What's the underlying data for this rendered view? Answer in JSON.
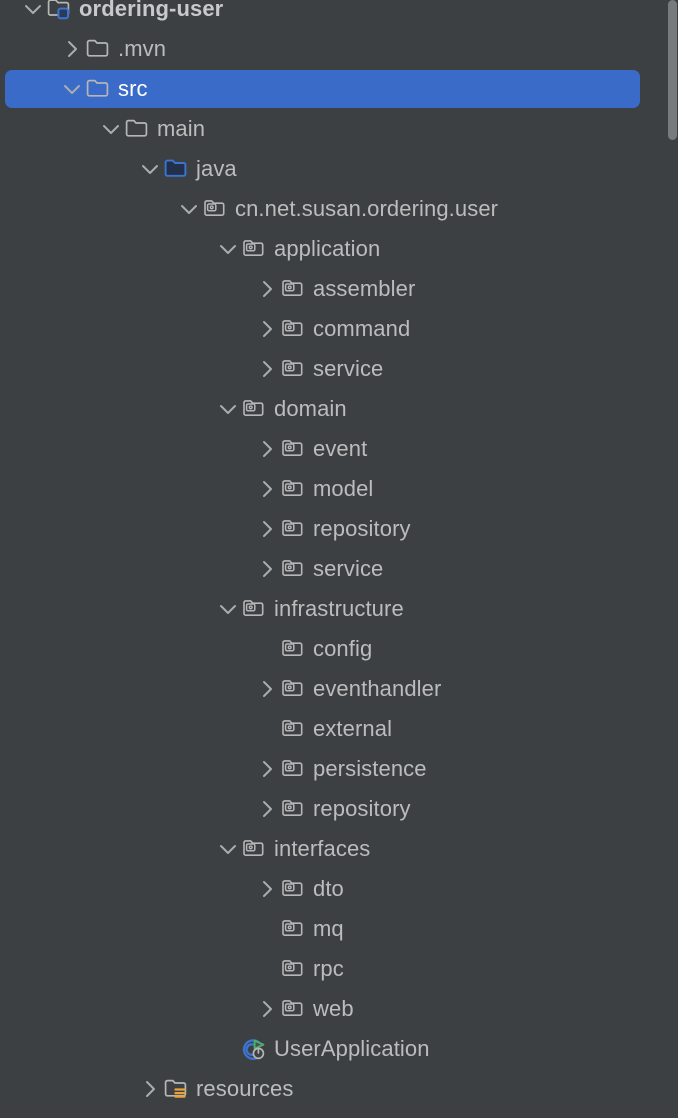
{
  "panel": {
    "name": "project-tool-window",
    "background_color": "#3c4043",
    "text_color": "#bcbcbc",
    "selection_color": "#3a6bc8",
    "sources_root_color": "#3b74d1",
    "resources_badge_color": "#e8a33d"
  },
  "scrollbar": {
    "name": "vertical-scrollbar",
    "thumb_color": "#787b7e",
    "thumb_top": 0,
    "thumb_height": 140
  },
  "tree": {
    "nodes": [
      {
        "label": "ordering-user",
        "indent": 1,
        "twisty": "down",
        "icon": "module-folder-icon",
        "bold": true,
        "selected": false
      },
      {
        "label": ".mvn",
        "indent": 2,
        "twisty": "right",
        "icon": "folder-icon",
        "bold": false,
        "selected": false
      },
      {
        "label": "src",
        "indent": 2,
        "twisty": "down",
        "icon": "folder-icon",
        "bold": false,
        "selected": true
      },
      {
        "label": "main",
        "indent": 3,
        "twisty": "down",
        "icon": "folder-icon",
        "bold": false,
        "selected": false
      },
      {
        "label": "java",
        "indent": 4,
        "twisty": "down",
        "icon": "sources-root-folder-icon",
        "bold": false,
        "selected": false
      },
      {
        "label": "cn.net.susan.ordering.user",
        "indent": 5,
        "twisty": "down",
        "icon": "package-icon",
        "bold": false,
        "selected": false
      },
      {
        "label": "application",
        "indent": 6,
        "twisty": "down",
        "icon": "package-icon",
        "bold": false,
        "selected": false
      },
      {
        "label": "assembler",
        "indent": 7,
        "twisty": "right",
        "icon": "package-icon",
        "bold": false,
        "selected": false
      },
      {
        "label": "command",
        "indent": 7,
        "twisty": "right",
        "icon": "package-icon",
        "bold": false,
        "selected": false
      },
      {
        "label": "service",
        "indent": 7,
        "twisty": "right",
        "icon": "package-icon",
        "bold": false,
        "selected": false
      },
      {
        "label": "domain",
        "indent": 6,
        "twisty": "down",
        "icon": "package-icon",
        "bold": false,
        "selected": false
      },
      {
        "label": "event",
        "indent": 7,
        "twisty": "right",
        "icon": "package-icon",
        "bold": false,
        "selected": false
      },
      {
        "label": "model",
        "indent": 7,
        "twisty": "right",
        "icon": "package-icon",
        "bold": false,
        "selected": false
      },
      {
        "label": "repository",
        "indent": 7,
        "twisty": "right",
        "icon": "package-icon",
        "bold": false,
        "selected": false
      },
      {
        "label": "service",
        "indent": 7,
        "twisty": "right",
        "icon": "package-icon",
        "bold": false,
        "selected": false
      },
      {
        "label": "infrastructure",
        "indent": 6,
        "twisty": "down",
        "icon": "package-icon",
        "bold": false,
        "selected": false
      },
      {
        "label": "config",
        "indent": 7,
        "twisty": "none",
        "icon": "package-icon",
        "bold": false,
        "selected": false
      },
      {
        "label": "eventhandler",
        "indent": 7,
        "twisty": "right",
        "icon": "package-icon",
        "bold": false,
        "selected": false
      },
      {
        "label": "external",
        "indent": 7,
        "twisty": "none",
        "icon": "package-icon",
        "bold": false,
        "selected": false
      },
      {
        "label": "persistence",
        "indent": 7,
        "twisty": "right",
        "icon": "package-icon",
        "bold": false,
        "selected": false
      },
      {
        "label": "repository",
        "indent": 7,
        "twisty": "right",
        "icon": "package-icon",
        "bold": false,
        "selected": false
      },
      {
        "label": "interfaces",
        "indent": 6,
        "twisty": "down",
        "icon": "package-icon",
        "bold": false,
        "selected": false
      },
      {
        "label": "dto",
        "indent": 7,
        "twisty": "right",
        "icon": "package-icon",
        "bold": false,
        "selected": false
      },
      {
        "label": "mq",
        "indent": 7,
        "twisty": "none",
        "icon": "package-icon",
        "bold": false,
        "selected": false
      },
      {
        "label": "rpc",
        "indent": 7,
        "twisty": "none",
        "icon": "package-icon",
        "bold": false,
        "selected": false
      },
      {
        "label": "web",
        "indent": 7,
        "twisty": "right",
        "icon": "package-icon",
        "bold": false,
        "selected": false
      },
      {
        "label": "UserApplication",
        "indent": 6,
        "twisty": "none",
        "icon": "spring-boot-class-icon",
        "bold": false,
        "selected": false
      },
      {
        "label": "resources",
        "indent": 4,
        "twisty": "right",
        "icon": "resources-root-folder-icon",
        "bold": false,
        "selected": false
      }
    ]
  }
}
